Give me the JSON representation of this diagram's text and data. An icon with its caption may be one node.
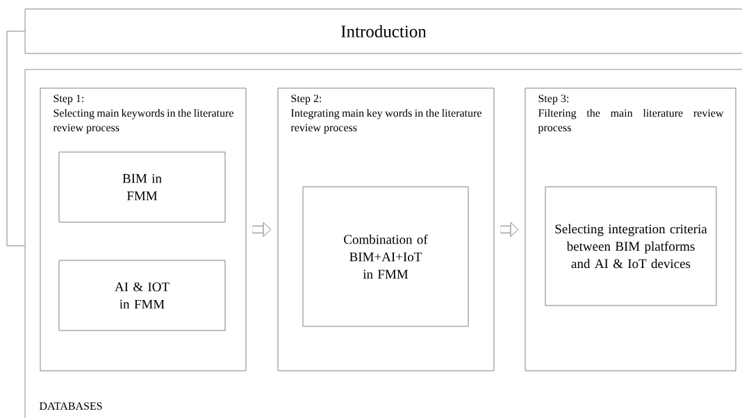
{
  "diagram": {
    "nodes": [
      {
        "text": [
          "Introduction"
        ]
      },
      {
        "text": [
          "DATABASES"
        ]
      },
      {
        "text": [
          "Step 1:",
          "Selecting main keywords in the literature review process"
        ],
        "in": 1
      },
      {
        "text": [
          "BIM in FMM"
        ],
        "in": 2
      },
      {
        "text": [
          "AI & IOT in FMM"
        ],
        "in": 2
      },
      {
        "text": [
          "Step 2:",
          "Integrating main key words in the literature review process"
        ],
        "in": 1
      },
      {
        "text": [
          "Combination of BIM+AI+IoT in FMM"
        ],
        "in": 5
      },
      {
        "text": [
          "Step 3:",
          "Filtering the main literature review process"
        ],
        "in": 1
      },
      {
        "text": [
          "Selecting integration criteria between BIM platforms and AI & IoT devices"
        ],
        "in": 7
      }
    ],
    "edges": [
      {
        "from": 0,
        "to": 1,
        "arrow": "none"
      },
      {
        "from": 2,
        "to": 5,
        "arrow": "to"
      },
      {
        "from": 5,
        "to": 7,
        "arrow": "to"
      }
    ]
  }
}
